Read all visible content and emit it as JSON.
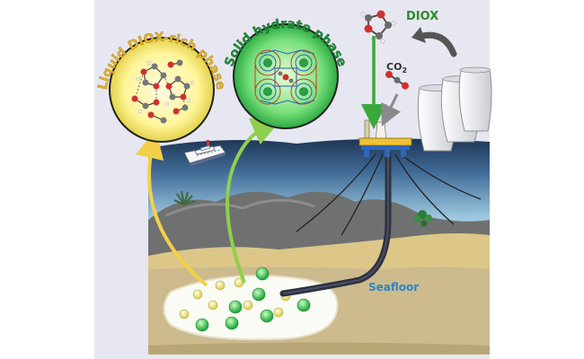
{
  "labels": {
    "liquid_phase": "Liquid DIOX-rich phase",
    "solid_phase": "Solid hydrate phase",
    "diox": "DIOX",
    "co2_main": "CO",
    "co2_sub": "2",
    "seafloor": "Seafloor"
  },
  "colors": {
    "panel_bg": "#e6e7f0",
    "liquid_text": "#e8b323",
    "solid_text": "#1f8f3a",
    "diox_text": "#2e8b2e",
    "seafloor_text": "#2a86c9",
    "yellow_arrow": "#f3d04a",
    "green_arrow": "#8fcf4e",
    "deep_water": "#2f4e7a",
    "shallow_water": "#b9dcec",
    "rock": "#6f7070",
    "sand": "#dcc788",
    "sediment": "#cdbb8e"
  },
  "icons": [
    "ship-icon",
    "drilling-platform-icon",
    "cooling-tower-icon",
    "recycle-arrow-icon",
    "diox-molecule-icon",
    "co2-molecule-icon",
    "seaweed-icon"
  ]
}
